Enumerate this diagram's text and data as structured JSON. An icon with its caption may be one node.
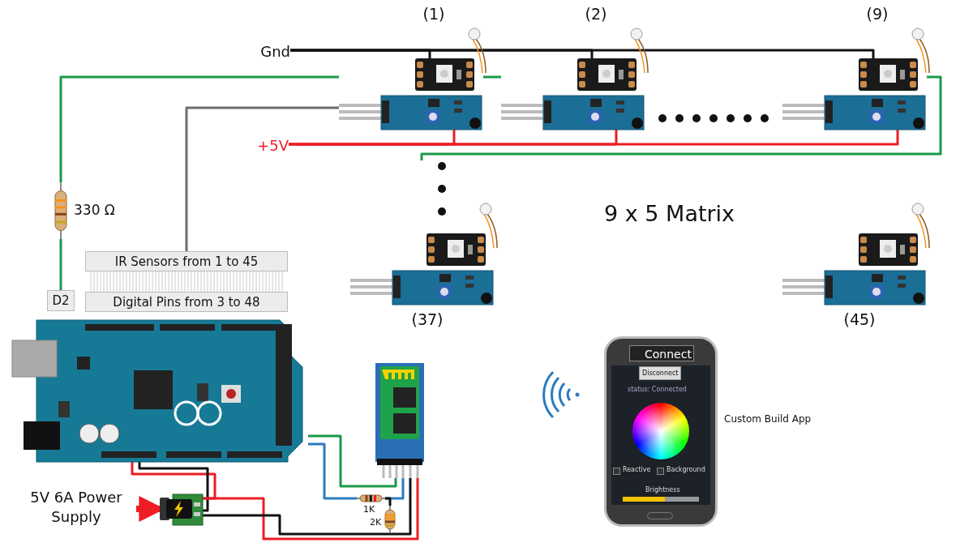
{
  "diagram": {
    "nodes": [
      {
        "text": [
          "Gnd"
        ]
      },
      {
        "text": [
          "+5V"
        ]
      },
      {
        "text": [],
        "shape": "picture",
        "beside": [
          "(1)"
        ]
      },
      {
        "text": [],
        "shape": "picture",
        "beside": [
          "(2)"
        ]
      },
      {
        "text": [],
        "shape": "picture",
        "beside": [
          "(9)"
        ]
      },
      {
        "text": [],
        "shape": "picture",
        "beside": [
          "(37)"
        ]
      },
      {
        "text": [],
        "shape": "picture",
        "beside": [
          "(45)"
        ]
      },
      {
        "text": [],
        "shape": "picture",
        "beside": [
          "330 Ω"
        ]
      },
      {
        "text": [
          "D2"
        ]
      },
      {
        "text": [
          "IR Sensors from 1 to 45"
        ]
      },
      {
        "text": [
          "Digital Pins from 3 to 48"
        ]
      },
      {
        "text": [],
        "shape": "picture"
      },
      {
        "text": [],
        "shape": "picture"
      },
      {
        "text": [],
        "shape": "picture",
        "beside": [
          "1K"
        ]
      },
      {
        "text": [],
        "shape": "picture",
        "beside": [
          "2K"
        ]
      },
      {
        "text": [
          "5V 6A Power Supply"
        ]
      },
      {
        "text": [],
        "shape": "picture"
      },
      {
        "text": [
          "Connect",
          "Disconnect",
          "status: Connected",
          "Reactive",
          "Background",
          "Brightness"
        ]
      }
    ],
    "edges": [
      {
        "from": 0,
        "to": 2,
        "arrow": "none"
      },
      {
        "from": 0,
        "to": 3,
        "arrow": "none"
      },
      {
        "from": 0,
        "to": 4,
        "arrow": "none"
      },
      {
        "from": 1,
        "to": 2,
        "arrow": "none",
        "color": "#ee1c24"
      },
      {
        "from": 1,
        "to": 3,
        "arrow": "none",
        "color": "#ee1c24"
      },
      {
        "from": 1,
        "to": 4,
        "arrow": "none",
        "color": "#ee1c24"
      },
      {
        "from": 8,
        "to": 7,
        "arrow": "none",
        "color": "#1a9a48"
      },
      {
        "from": 7,
        "to": 2,
        "arrow": "none",
        "color": "#1a9a48"
      },
      {
        "from": 2,
        "to": 3,
        "arrow": "none",
        "color": "#1a9a48"
      },
      {
        "from": 4,
        "to": null,
        "arrow": "none",
        "color": "#1a9a48"
      },
      {
        "from": 9,
        "to": 2,
        "arrow": "none",
        "color": "#6d6e70"
      },
      {
        "from": 11,
        "to": 16,
        "arrow": "none",
        "color": "#ee1c24"
      },
      {
        "from": 11,
        "to": 16,
        "arrow": "none"
      },
      {
        "from": 16,
        "to": 12,
        "arrow": "none",
        "color": "#ee1c24"
      },
      {
        "from": 16,
        "to": 12,
        "arrow": "none"
      },
      {
        "from": 11,
        "to": 13,
        "arrow": "none",
        "color": "#2b7bc0"
      },
      {
        "from": 13,
        "to": 12,
        "arrow": "none",
        "color": "#2b7bc0"
      },
      {
        "from": 13,
        "to": 14,
        "arrow": "none"
      },
      {
        "from": 11,
        "to": 12,
        "arrow": "none",
        "color": "#1a9a48"
      },
      {
        "from": 15,
        "to": 16,
        "arrow": "to",
        "style": "thick",
        "color": "#ee1c24"
      }
    ],
    "labels": [
      "9 x 5 Matrix",
      "Custom Build App"
    ]
  }
}
